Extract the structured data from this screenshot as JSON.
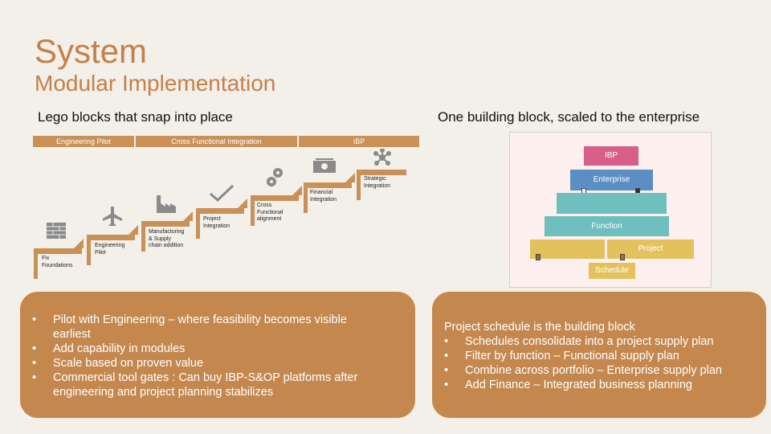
{
  "title": "System",
  "subtitle": "Modular Implementation",
  "left": {
    "heading": "Lego blocks that snap into place",
    "bands": [
      "Engineering Pilot",
      "Cross Functional Integration",
      "IBP"
    ],
    "steps": [
      {
        "label": "Fix\nFoundations",
        "icon": "brick-wall-icon"
      },
      {
        "label": "Engineering\nPilot",
        "icon": "airplane-icon"
      },
      {
        "label": "Manufacturing\n& Supply\nchain addition",
        "icon": "factory-icon"
      },
      {
        "label": "Project\nIntegration",
        "icon": "checkmark-icon"
      },
      {
        "label": "Cross\nFunctional\nalignment",
        "icon": "gears-icon"
      },
      {
        "label": "Financial\nIntegration",
        "icon": "money-icon"
      },
      {
        "label": "Strategic\nIntegration",
        "icon": "network-icon"
      }
    ],
    "bullets": [
      "Pilot with Engineering – where feasibility becomes visible earliest",
      "Add capability in modules",
      "Scale based on proven value",
      "Commercial tool gates : Can buy IBP-S&OP platforms after engineering and project planning stabilizes"
    ]
  },
  "right": {
    "heading": "One building block, scaled to the enterprise",
    "pyramid": {
      "ibp": "IBP",
      "enterprise": "Enterprise",
      "function": "Function",
      "project": "Project",
      "schedule": "Schedule"
    },
    "box_heading": "Project schedule is the building block",
    "bullets": [
      "Schedules consolidate into a project supply plan",
      "Filter by function – Functional supply plan",
      "Combine across portfolio – Enterprise supply plan",
      "Add Finance – Integrated business planning"
    ]
  },
  "colors": {
    "accent": "#c4814a",
    "box": "#c4884f",
    "ibp": "#d85f8a",
    "enterprise": "#5b8fc4",
    "function": "#6fbfbf",
    "project": "#e3c25e",
    "schedule": "#e3c25e"
  }
}
